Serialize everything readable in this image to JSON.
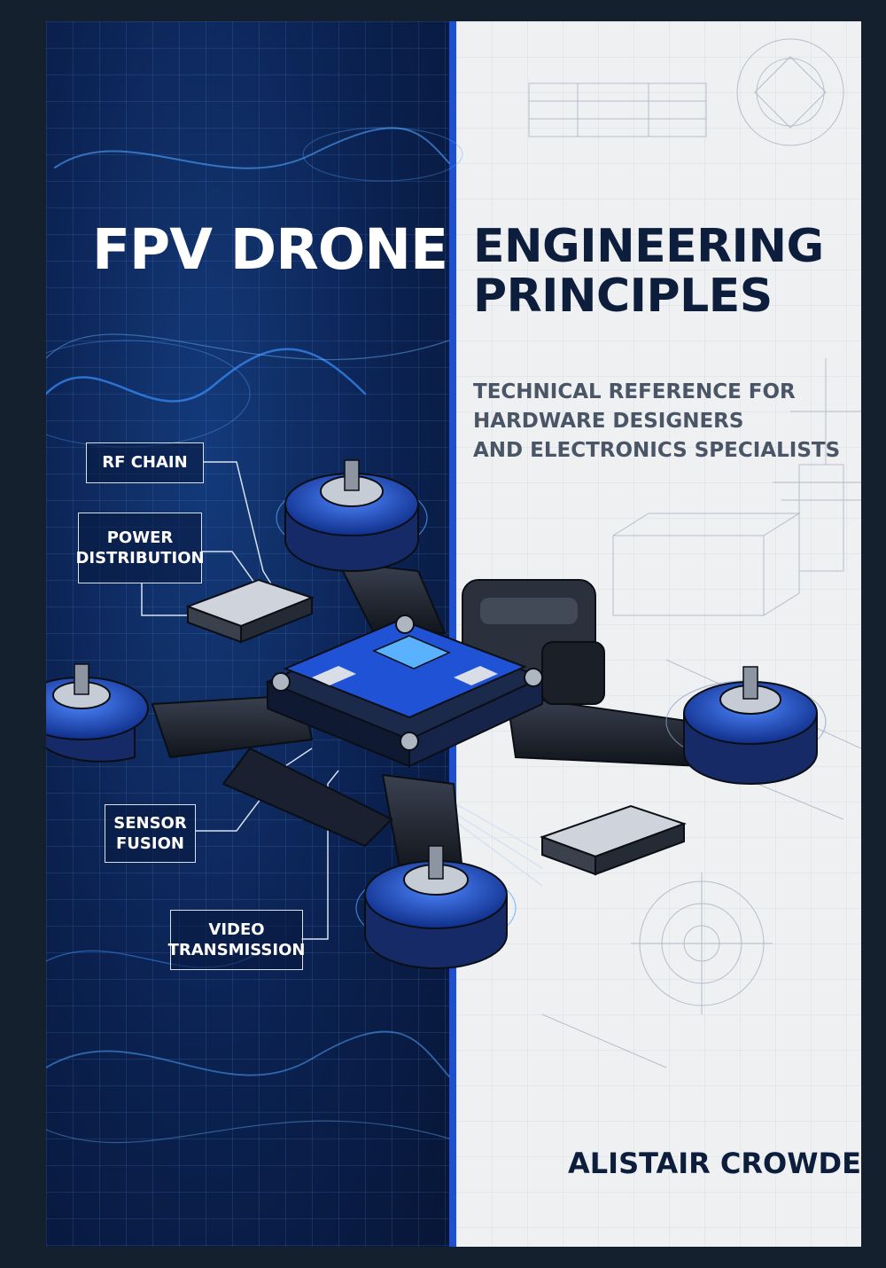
{
  "cover": {
    "title_left": "FPV DRONE",
    "title_right_line1": "ENGINEERING",
    "title_right_line2": "PRINCIPLES",
    "subtitle_line1": "TECHNICAL REFERENCE FOR",
    "subtitle_line2": "HARDWARE DESIGNERS",
    "subtitle_line3": "AND ELECTRONICS SPECIALISTS",
    "author": "ALISTAIR CROWDEN"
  },
  "callouts": {
    "rf_chain": "RF CHAIN",
    "power_line1": "POWER",
    "power_line2": "DISTRIBUTION",
    "sensor_line1": "SENSOR",
    "sensor_line2": "FUSION",
    "video_line1": "VIDEO",
    "video_line2": "TRANSMISSION"
  },
  "colors": {
    "navy_panel": "#0b2150",
    "light_panel": "#eef0f2",
    "divider_blue": "#1d4fd1",
    "title_dark": "#0d1e3d",
    "accent_blue": "#2f6bff"
  }
}
